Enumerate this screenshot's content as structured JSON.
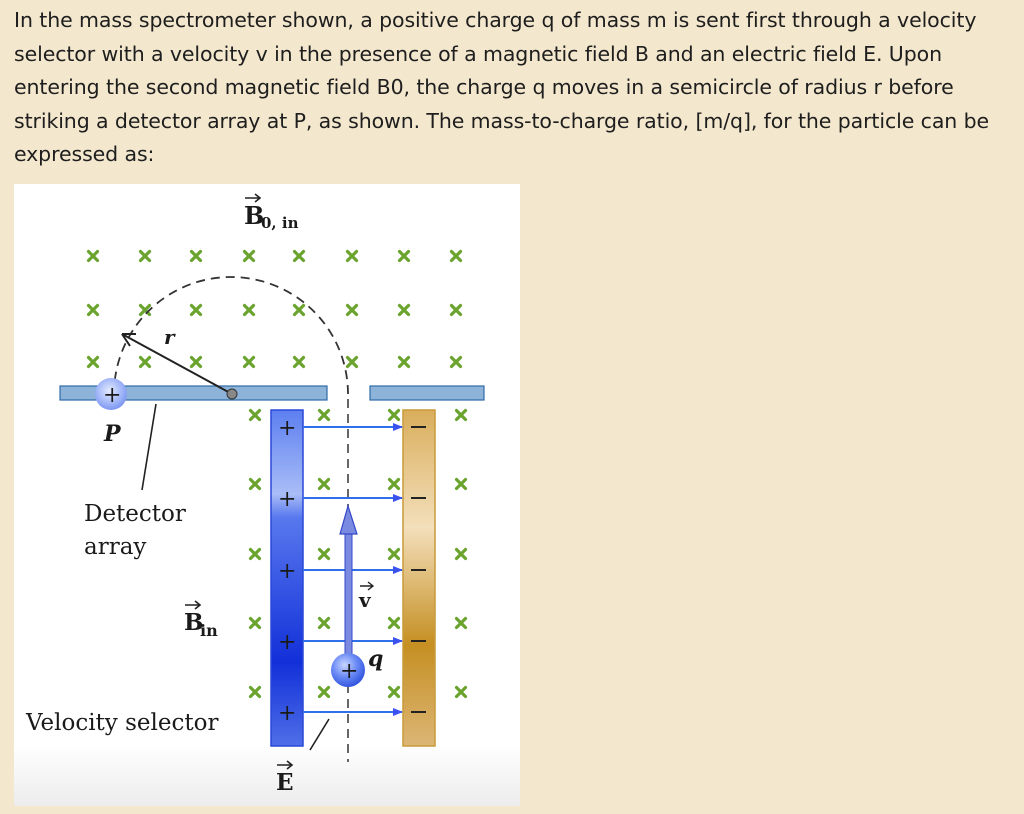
{
  "question": {
    "text": "In the mass spectrometer shown, a positive charge q of mass m is sent first through a velocity selector with a velocity v in the presence of a magnetic field B and an electric field E. Upon entering the second magnetic field B0, the charge q moves in a semicircle of radius r before striking a detector array at P, as shown. The mass-to-charge ratio, [m/q], for the particle can be expressed as:"
  },
  "figure": {
    "labels": {
      "b0_main": "B",
      "b0_sub": "0, in",
      "radius": "r",
      "point_p": "P",
      "detector_line1": "Detector",
      "detector_line2": "array",
      "bin_main": "B",
      "bin_sub": "in",
      "velocity_selector": "Velocity selector",
      "velocity": "v",
      "charge": "q",
      "efield": "E",
      "plus": "+",
      "minus": "−"
    },
    "colors": {
      "field_x": "#6aa32e",
      "plate_positive": "#2d4fe0",
      "plate_negative": "#d4a24c",
      "detector_bar": "#8db3d9",
      "efield_arrow": "#2f6fe8",
      "charge": "#4a6ef0"
    },
    "field_direction": "into page"
  }
}
